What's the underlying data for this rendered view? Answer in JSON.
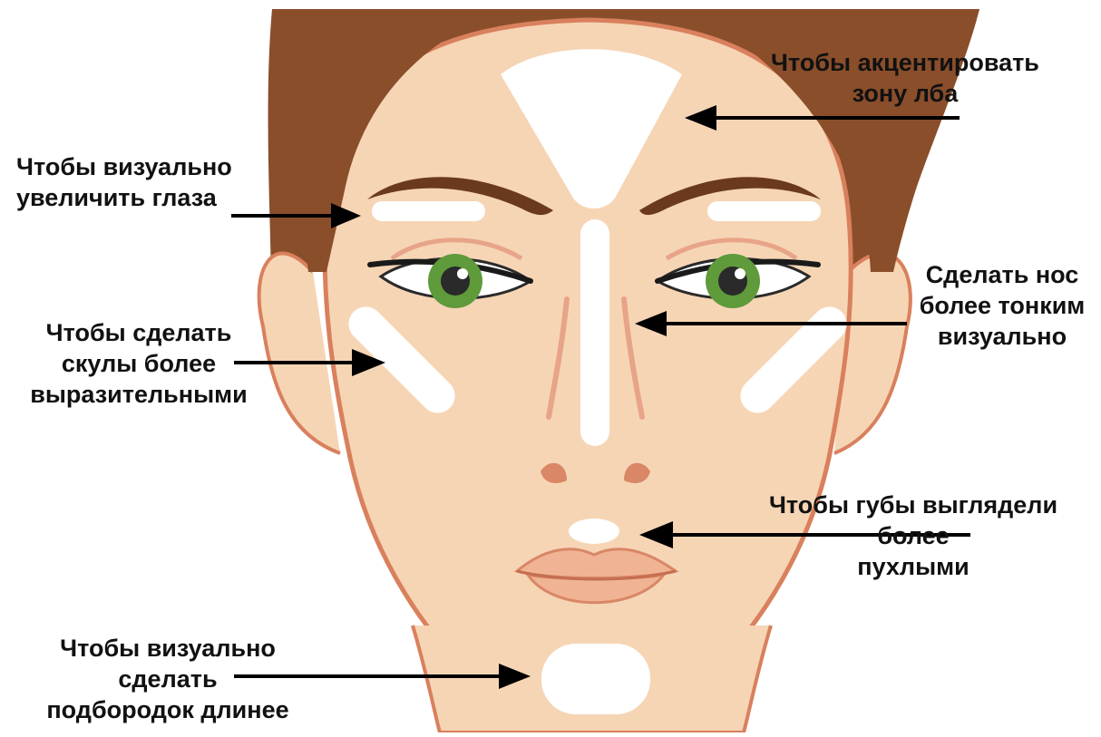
{
  "colors": {
    "skin": "#f6d5b5",
    "skin_outline": "#d9805d",
    "contour": "#e8a488",
    "hair": "#8a4e2b",
    "hair_dark": "#5c3219",
    "brow": "#6b3a1e",
    "highlight": "#ffffff",
    "iris": "#5f9a3b",
    "pupil": "#2a2a2a",
    "lips": "#f0b494",
    "nostril": "#d98766",
    "arrow": "#000000",
    "text": "#111111"
  },
  "annotations": {
    "forehead": {
      "lines": [
        "Чтобы акцентировать",
        "зону лба"
      ]
    },
    "eyes": {
      "lines": [
        "Чтобы визуально",
        "увеличить глаза"
      ]
    },
    "nose": {
      "lines": [
        "Сделать нос",
        "более тонким",
        "визуально"
      ]
    },
    "cheekbones": {
      "lines": [
        "Чтобы сделать",
        "скулы более",
        "выразительными"
      ]
    },
    "lips": {
      "lines": [
        "Чтобы губы выглядели",
        "более",
        "пухлыми"
      ]
    },
    "chin": {
      "lines": [
        "Чтобы визуально",
        "сделать",
        "подбородок длинее"
      ]
    }
  }
}
